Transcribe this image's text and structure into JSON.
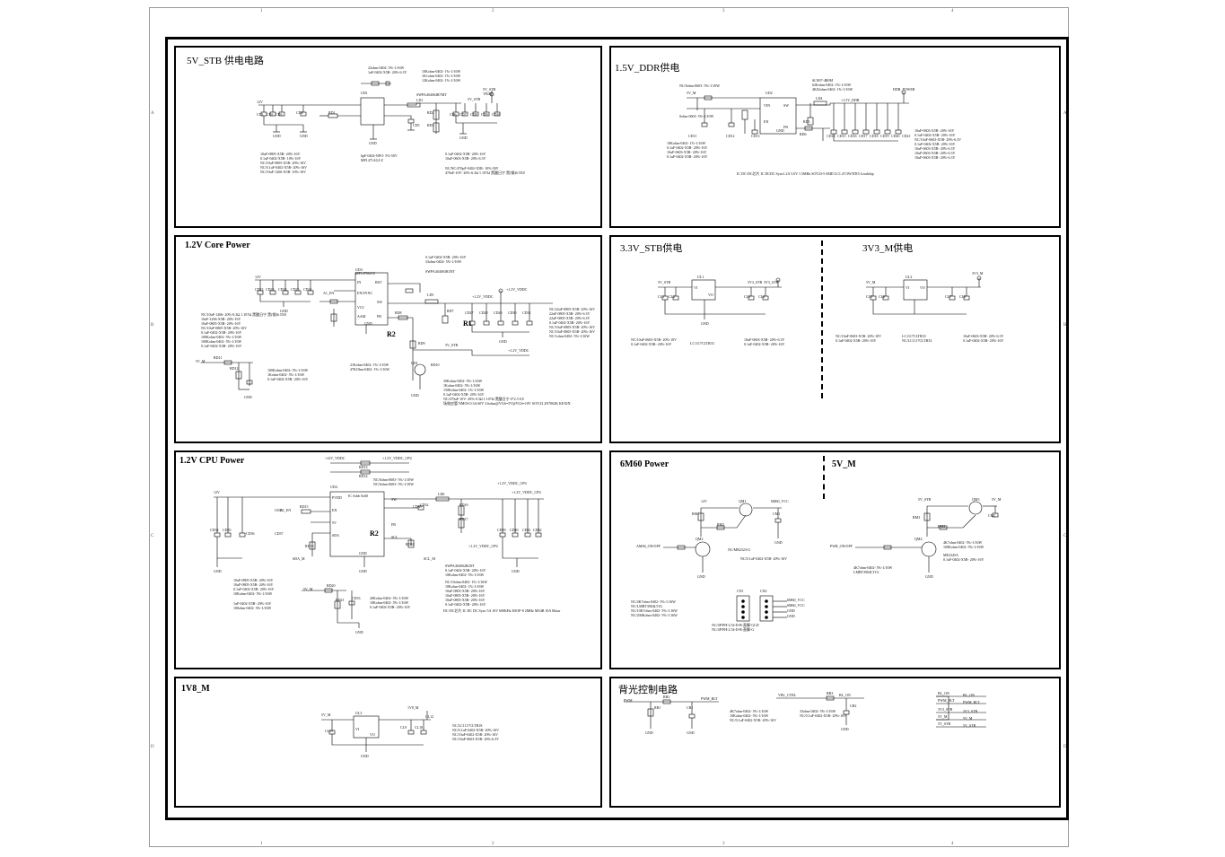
{
  "sheet": {
    "ruler_top": [
      "1",
      "2",
      "3",
      "4"
    ],
    "ruler_side": [
      "A",
      "B",
      "C",
      "D"
    ]
  },
  "panels": {
    "stb5v": {
      "title": "5V_STB 供电电路",
      "labels": [
        "12V",
        "CD1",
        "CD2",
        "CD3",
        "CD4",
        "RD1",
        "UD1",
        "5V_STB",
        "5V_STB",
        "TP2D",
        "LD1",
        "RD2",
        "RD3",
        "CD5",
        "CD6",
        "CD7",
        "CD8",
        "CD9",
        "CD10",
        "GND",
        "GND",
        "GND",
        "GND"
      ],
      "notes": [
        "22ohm-0402- 5%-1/16W\n1uF-0402-X5R- 20%-6.3V",
        "10Kohm-0402- 1%-1/16W\n1K1ohm-0402- 1%-1/16W\n12Kohm-0402- 1%-1/16W",
        "SWPA4040S4R7MT",
        "10uF-0805-X5R- 20%-16V\n0.1uF-0402-X5R- 10%-16V\nNC/10uF-0805-X5R- 20%-16V\nNC/0.1uF-0402-X5R- 20%-16V\nNC/10uF-1206-X5R- 10%-16V",
        "6pF-0402-NPO- 5%-50V\nMP1471AGJ-Z",
        "0.1uF-0402-X5R- 20%-16V\n10uF-0603-X5R- 20%-6.3V",
        "NC/NC/470pF-0402-X5R- 10%-50V\n470uF-10V- 20%-6.3Ω 1.107Ω 黑酸日宁 黑(钢)6.5X8"
      ]
    },
    "ddr15v": {
      "title": "1.5V_DDR供电",
      "labels": [
        "5V_M",
        "UD2",
        "VIN",
        "SW",
        "EN",
        "FB",
        "GND",
        "LD4",
        "RD5",
        "RD6",
        "+1.5V_DDR",
        "DDR_POWER",
        "CD11",
        "CD12",
        "CD13",
        "CD14",
        "CD15",
        "CD16",
        "CD17",
        "CD18",
        "CD19",
        "CD20",
        "CD21"
      ],
      "notes": [
        "NC/0ohm-0603- 5%-1/10W",
        "0ohm-0603- 5%-1/10W",
        "SLN07-4R0M\n62Kohm-0402- 1%-1/16W\n4K02ohm-0402- 1%-1/16W",
        "10Kohm-0402- 1%-1/16W\n0.1uF-0402-X5R- 20%-16V\n10uF-0603-X5R- 20%-16V\n0.1uF-0402-X5R- 20%-16V",
        "10uF-0603-X5R- 20%-16V\n0.1uF-0402-X5R- 20%-16V\nNC/10uF-0603-X5R- 20%-6.3V\n0.1uF-0402-X5R- 20%-16V\n10uF-0603-X5R- 20%-6.3V\n10uF-0603-X5R- 20%-6.3V\n10uF-0603-X5R- 20%-6.3V",
        "IC DC-DC芯片 IC DCDC Sync1.2A 5.0V 1.5MHz SOT23-5 SMD LC1.2V3W3TR5 Leadchip"
      ]
    },
    "core12v": {
      "title": "1.2V Core Power",
      "big": [
        "R1",
        "R2"
      ],
      "labels": [
        "12V",
        "UD3",
        "MP1470GJ-Z",
        "IN",
        "BST",
        "EN/SYNC",
        "SW",
        "VCC",
        "FB",
        "AAM",
        "GND",
        "A1_EN",
        "LD5",
        "+1.2V_VDDC",
        "+1.2V_VDDC",
        "+1.2V_VDDC",
        "CD22",
        "CD23",
        "CD24",
        "CD25",
        "CD26",
        "CD27",
        "CD28",
        "CD29",
        "CD30",
        "CD31",
        "RD7",
        "RD8",
        "RD9",
        "RD10",
        "RD11",
        "RD12",
        "QD1",
        "5V_STB",
        "5V_M",
        "GND",
        "GND",
        "GND",
        "GND"
      ],
      "notes": [
        "0.1uF-0402-X5R- 20%-16V\n33ohm-0402- 5%-1/16W",
        "SWPA4040S3R3NT",
        "NC/10uF-1206- 20%-0.3Ω 1.107Ω 黑酸日宁 黑(钢)6.5X8\n10uF-1206-X5R- 20%-16V\n10uF-0805-X5R- 20%-16V\nNC/10uF-0805-X5R- 20%-16V\n0.1uF-0402-X5R- 20%-16V\n100Kohm-0402- 5%-1/16W\n100Kohm-0402- 5%-1/16W\n0.1uF-0402-X5R- 20%-16V",
        "100Kohm-0402- 5%-1/16W\n1Kohm-0402- 5%-1/16W\n0.1uF-0402-X5R- 20%-16V",
        "21Kohm-0402- 1%-1/16W\n47KOhm-0402- 1%-1/16W",
        "NC/22uF-0805-X5R- 20%-16V\n22uF-0805-X5R- 20%-6.3V\n22uF-0805-X5R- 20%-6.3V\n0.1uF-0402-X5R- 20%-16V\nNC/10uF-0805-X5R- 20%-16V\nNC/10uF-0805-X5R- 20%-16V\nNC/1ohm-0402- 5%-1/16W",
        "30Kohm-0402- 5%-1/16W\n1Kohm-0402- 5%-1/16W\n150Kohm-0402- 1%-1/16W\n0.1uF-0402-X5R- 20%-16V\nNC/470uF-10V- 20%-0.3Ω 1.107Ω 黑酸日宁 6*2.5 8.8\n场效应管 NMOS 0.3A 60V 3.6ohm@VGS=5V@VGS=10V SOT-23 2N7002K KEXIN"
      ]
    },
    "stb33v": {
      "title": "3.3V_STB供电",
      "labels": [
        "5V_STB",
        "UL1",
        "VI",
        "VO",
        "3V3_STB",
        "3V3_STB",
        "CL1",
        "CL2",
        "CL3",
        "CL4",
        "GND"
      ],
      "notes": [
        "NC/10uF-0603-X5R- 20%-10V\n0.1uF-0402-X5R- 20%-16V",
        "LC1117CLTR33",
        "10uF-0603-X5R- 20%-6.3V\n0.1uF-0402-X5R- 20%-16V"
      ]
    },
    "m3v3": {
      "title": "3V3_M供电",
      "labels": [
        "5V_M",
        "UL2",
        "3V3_M",
        "VI",
        "VO",
        "CL5",
        "CL6",
        "CL7",
        "CL8"
      ],
      "notes": [
        "NC/10uF-0603-X5R- 20%-10V\n0.1uF-0402-X5R- 20%-16V",
        "LC1117CLTR33\nNC/LC1117CLTR33",
        "10uF-0603-X5R- 20%-6.3V\n0.1uF-0402-X5R- 20%-16V"
      ]
    },
    "cpu12v": {
      "title": "1.2V CPU Power",
      "big": [
        "R2"
      ],
      "labels": [
        "+12V_VDDC",
        "+1.2V_VDDC_CPU",
        "RD13",
        "RD14",
        "UD4",
        "IC Addr 0x60",
        "12V",
        "PVDD",
        "EN",
        "5V",
        "SDA",
        "SCL",
        "SW",
        "FB",
        "GND",
        "A1_EN",
        "RD15",
        "LD6",
        "CD32",
        "RD16",
        "RD17",
        "RD18",
        "RD19",
        "+1.2V_VDDC_CPU",
        "+1.2V_VDDC_CPU",
        "+1.2V_VDDC_CPU",
        "SDA_M",
        "SCL_M",
        "5V_M",
        "RD20",
        "RD21",
        "CD33",
        "CD34",
        "CD35",
        "CD36",
        "CD37",
        "CD38",
        "CD39",
        "CD40",
        "CD41",
        "CD42",
        "GND",
        "GND",
        "GND",
        "GND",
        "GND"
      ],
      "notes": [
        "NC/0ohm-0603- 5%-1/10W\nNC/0ohm-0603- 5%-1/10W",
        "10uF-0805-X5R- 20%-16V\n10uF-0805-X5R- 20%-16V\n0.1uF-0402-X5R- 20%-16V\n10Kohm-0402- 5%-1/16W",
        "1uF-0402-X5R- 20%-16V\n100ohm-0402- 5%-1/16W",
        "SWPA4040S2R2NT\n0.1uF-0402-X5R- 20%-16V\n10Kohm-0402- 5%-1/16W",
        "NC/10ohm-0402- 1%-1/16W\n10Kohm-0402- 1%-1/16W\n10uF-0805-X5R- 20%-16V\n10uF-0805-X5R- 20%-16V\n10uF-0805-X5R- 20%-16V\n0.1uF-0402-X5R- 20%-16V",
        "20Kohm-0402- 5%-1/16W\n10Kohm-0402- 5%-1/16W\n0.1uF-0402-X5R- 20%-16V",
        "DC-DC芯片 IC DC DC Sync 5A 16V 600KHz ESOP-8 2MHz MS4B 10A Mstar"
      ]
    },
    "m6m60": {
      "title": "6M60 Power",
      "labels": [
        "12V",
        "QM1",
        "6M60_VCC",
        "RM1",
        "RM2",
        "QM2",
        "CM1",
        "AMS6_ON/OFF",
        "CN1",
        "CN2",
        "6M60_VCC",
        "6M60_VCC",
        "GND",
        "GND",
        "GND",
        "GND"
      ],
      "notes": [
        "NC/MR2323-G",
        "NC/0.1uF-0402-X5R- 20%-16V",
        "NC/4K7ohm-0402- 5%-1/16W\nNC/LMBT3904LT1G\nNC/10K7ohm-0402- 5%-1/16W\nNC/200Kohm-0402- 5%-1/16W",
        "NC/4P/PH-2.54-D-B-直脚-GLD\nNC/4P/PH-2.54-D-B-直脚-G"
      ]
    },
    "m5v": {
      "title": "5V_M",
      "labels": [
        "5V_STB",
        "QM3",
        "5V_M",
        "RM3",
        "RM4",
        "QM4",
        "CM2",
        "PWR_ON/OFF",
        "GND"
      ],
      "notes": [
        "4K7ohm-0402- 5%-1/16W\n100Kohm-0402- 5%-1/16W",
        "ME2345A\n0.1uF-0402-X5R- 20%-16V",
        "4K7ohm-0402- 5%-1/16W\nLMBT3904LT1G"
      ]
    },
    "v1v8": {
      "title": "1V8_M",
      "labels": [
        "5V_M",
        "UL3",
        "1V8_M",
        "VI",
        "VO",
        "CL9",
        "CL10",
        "CL11",
        "CL12",
        "GND"
      ],
      "notes": [
        "NC/LC1117CLTR18\nNC/0.1uF-0402-X5R- 20%-16V\nNC/10uF-0402-X5R- 20%-16V\nNC/10uF-0603-X5R- 20%-6.3V"
      ]
    },
    "backlight": {
      "title": "背光控制电路",
      "labels": [
        "PWM",
        "RB1",
        "RB2",
        "PWM_BLT",
        "CB1",
        "VBL_CTRL",
        "RB3",
        "BL_ON",
        "CB2",
        "GND",
        "GND",
        "GND",
        "BL_ON",
        "PWM_BLT",
        "3V3_STB",
        "5V_M",
        "5V_STB",
        "BL_ON",
        "PWM_BLT",
        "3V3_STB",
        "5V_M",
        "5V_STB"
      ],
      "notes": [
        "4K7ohm-0402- 5%-1/16W\n10Kohm-0402- 5%-1/16W\nNC/0.1uF-0402-X5R- 20%-16V",
        "33ohm-0402- 5%-1/16W\nNC/0.1uF-0402-X5R- 20%-16V"
      ]
    }
  }
}
